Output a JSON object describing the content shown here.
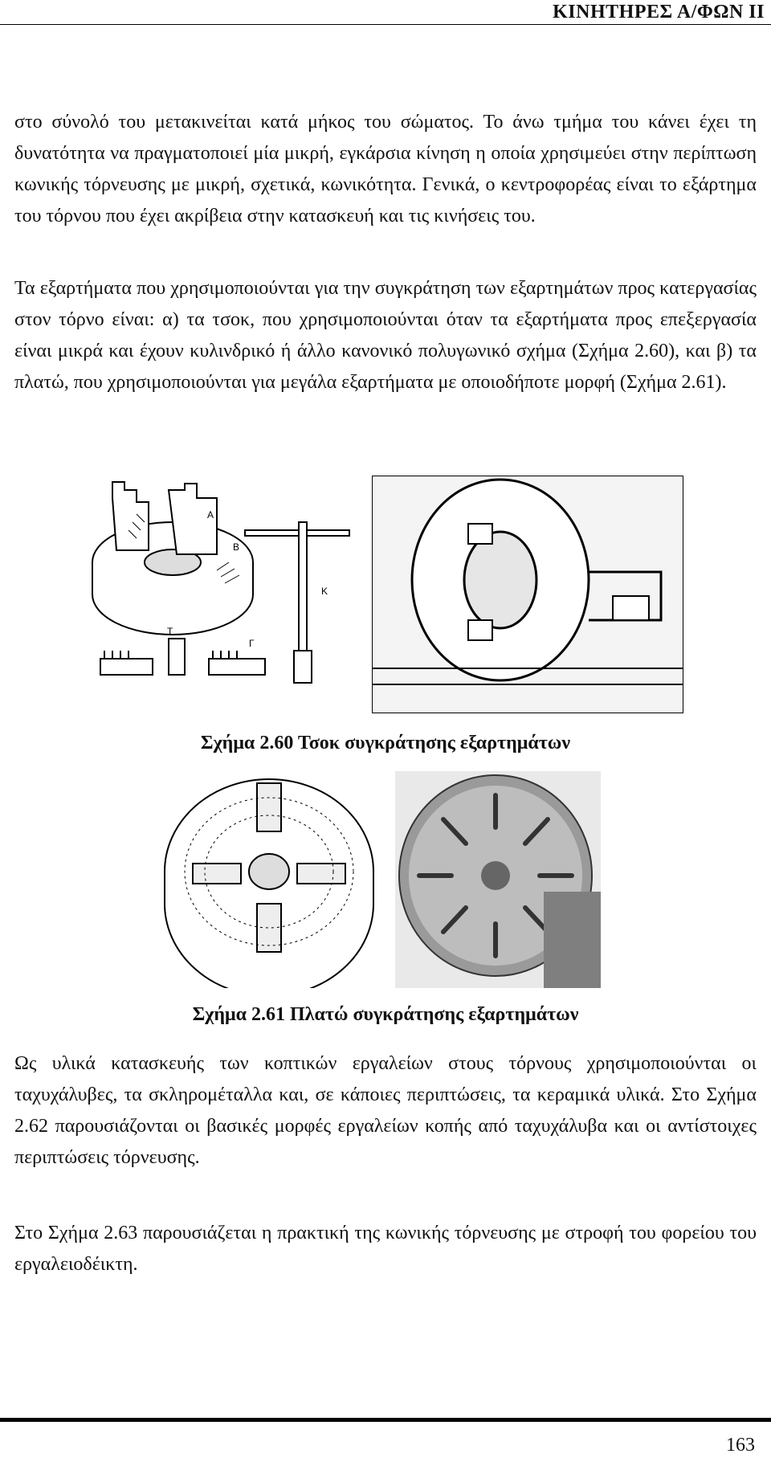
{
  "header": {
    "title": "ΚΙΝΗΤΗΡΕΣ Α/ΦΩΝ ΙΙ"
  },
  "paragraphs": {
    "p1": "στο σύνολό του μετακινείται κατά μήκος του σώματος. Το άνω τμήμα του κάνει έχει τη δυνατότητα να πραγματοποιεί μία μικρή, εγκάρσια κίνηση η οποία χρησιμεύει στην περίπτωση κωνικής τόρνευσης με μικρή, σχετικά, κωνικότητα. Γενικά, ο κεντροφορέας είναι το εξάρτημα του τόρνου που έχει ακρίβεια στην κατασκευή και τις κινήσεις του.",
    "p2": "Τα εξαρτήματα που χρησιμοποιούνται για την συγκράτηση των εξαρτημάτων προς κατεργασίας στον τόρνο είναι: α) τα τσοκ, που χρησιμοποιούνται όταν τα εξαρτήματα προς επεξεργασία είναι μικρά και έχουν κυλινδρικό ή άλλο κανονικό πολυγωνικό σχήμα (Σχήμα 2.60), και β) τα πλατώ, που χρησιμοποιούνται για μεγάλα εξαρτήματα με οποιοδήποτε μορφή (Σχήμα 2.61).",
    "p3": "Ως υλικά κατασκευής των κοπτικών εργαλείων στους τόρνους χρησιμοποιούνται οι ταχυχάλυβες, τα σκληρομέταλλα και, σε κάποιες περιπτώσεις, τα κεραμικά υλικά. Στο Σχήμα 2.62 παρουσιάζονται οι βασικές μορφές εργαλείων κοπής από ταχυχάλυβα και οι αντίστοιχες περιπτώσεις τόρνευσης.",
    "p4": "Στο Σχήμα 2.63 παρουσιάζεται η πρακτική της κωνικής τόρνευσης με στροφή του φορείου του εργαλειοδέικτη."
  },
  "figures": {
    "fig260": {
      "caption": "Σχήμα 2.60 Τσοκ συγκράτησης εξαρτημάτων",
      "labels": {
        "a": "A",
        "b": "B",
        "k": "K",
        "t": "T",
        "g": "Г"
      }
    },
    "fig261": {
      "caption": "Σχήμα 2.61 Πλατώ συγκράτησης εξαρτημάτων"
    }
  },
  "footer": {
    "page_number": "163"
  }
}
